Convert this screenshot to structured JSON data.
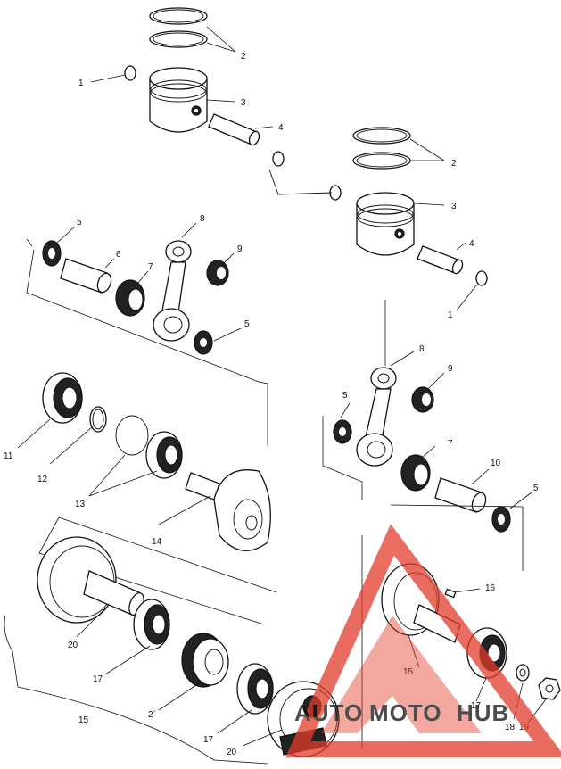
{
  "labels": [
    {
      "id": "l1a",
      "text": "1"
    },
    {
      "id": "l2a",
      "text": "2"
    },
    {
      "id": "l3a",
      "text": "3"
    },
    {
      "id": "l4a",
      "text": "4"
    },
    {
      "id": "l2b",
      "text": "2"
    },
    {
      "id": "l3b",
      "text": "3"
    },
    {
      "id": "l4b",
      "text": "4"
    },
    {
      "id": "l1b",
      "text": "1"
    },
    {
      "id": "l5a",
      "text": "5"
    },
    {
      "id": "l6",
      "text": "6"
    },
    {
      "id": "l7a",
      "text": "7"
    },
    {
      "id": "l8a",
      "text": "8"
    },
    {
      "id": "l9a",
      "text": "9"
    },
    {
      "id": "l5b",
      "text": "5"
    },
    {
      "id": "l8b",
      "text": "8"
    },
    {
      "id": "l9b",
      "text": "9"
    },
    {
      "id": "l5c",
      "text": "5"
    },
    {
      "id": "l7b",
      "text": "7"
    },
    {
      "id": "l10",
      "text": "10"
    },
    {
      "id": "l5d",
      "text": "5"
    },
    {
      "id": "l11",
      "text": "11"
    },
    {
      "id": "l12",
      "text": "12"
    },
    {
      "id": "l13",
      "text": "13"
    },
    {
      "id": "l14",
      "text": "14"
    },
    {
      "id": "l16",
      "text": "16"
    },
    {
      "id": "l20a",
      "text": "20"
    },
    {
      "id": "l17a",
      "text": "17"
    },
    {
      "id": "l15a",
      "text": "15"
    },
    {
      "id": "l15b",
      "text": "15"
    },
    {
      "id": "l2c",
      "text": "2`"
    },
    {
      "id": "l17b",
      "text": "17"
    },
    {
      "id": "l18",
      "text": "18"
    },
    {
      "id": "l19",
      "text": "19"
    },
    {
      "id": "l17c",
      "text": "17"
    },
    {
      "id": "l20b",
      "text": "20"
    }
  ],
  "watermark": {
    "brand_a": "AUTO",
    "brand_b": "MOTO",
    "brand_c": "HUB",
    "color_red": "#e23c2b",
    "color_orange": "#f39a1e",
    "color_gray": "#8a8a8a"
  }
}
